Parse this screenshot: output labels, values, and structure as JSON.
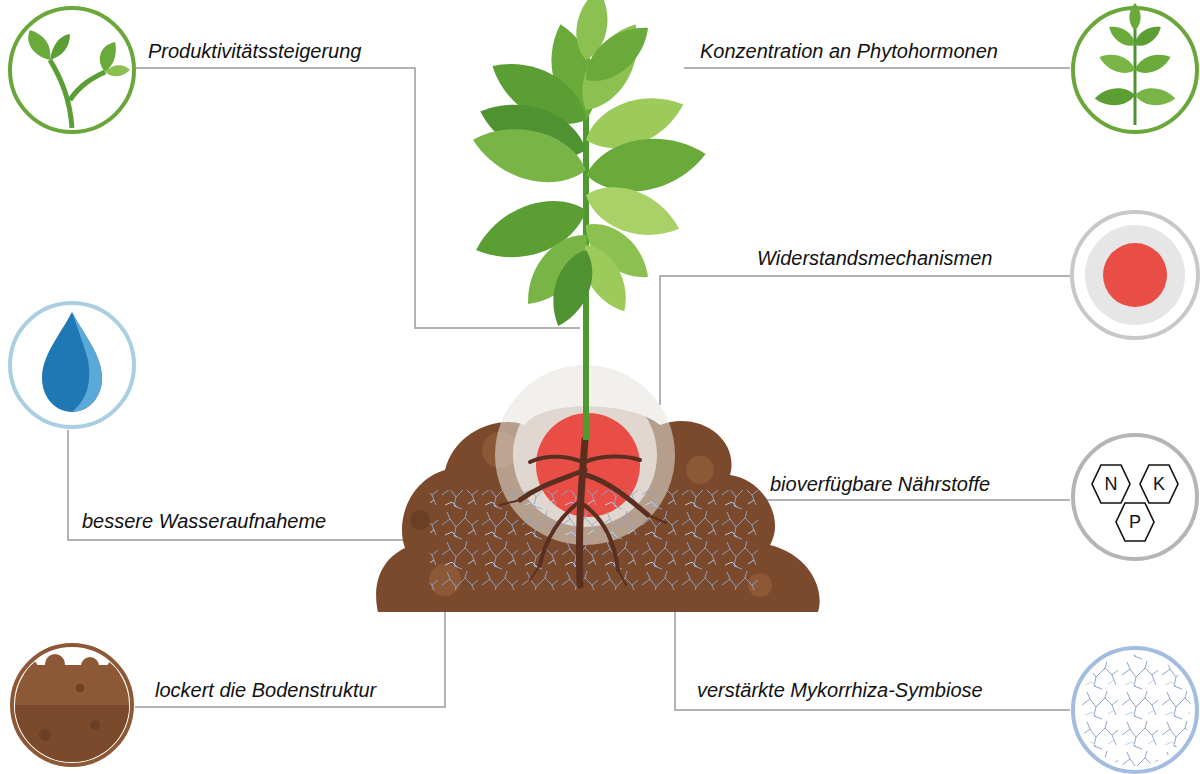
{
  "diagram": {
    "nodes": [
      {
        "text": [
          "N"
        ]
      },
      {
        "text": [
          "K"
        ]
      },
      {
        "text": [
          "P"
        ]
      }
    ],
    "labels": [
      "Produktivitätssteigerung",
      "Konzentration an Phytohormonen",
      "Widerstandsmechanismen",
      "bessere Wasseraufnaheme",
      "bioverfügbare Nährstoffe",
      "lockert die Bodenstruktur",
      "verstärkte Mykorrhiza-Symbiose"
    ]
  }
}
